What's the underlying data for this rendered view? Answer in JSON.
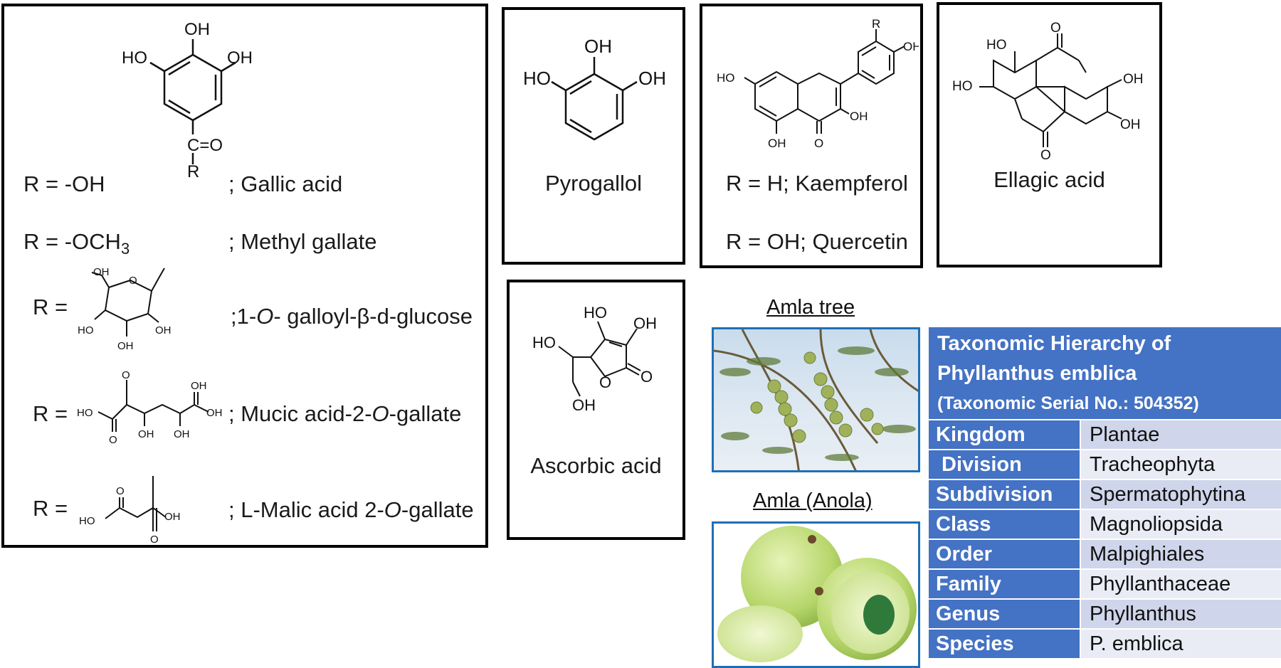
{
  "gallates": {
    "atom_labels": {
      "oh_top": "OH",
      "ho_left": "HO",
      "oh_right": "OH",
      "carbonyl": "C=O",
      "r": "R"
    },
    "rows": [
      {
        "r_label": "R = -OH",
        "name": "; Gallic acid"
      },
      {
        "r_label": "R = -OCH",
        "r_sub": "3",
        "name": "; Methyl gallate"
      },
      {
        "r_label": "R =",
        "name_pre": ";1-",
        "name_italic": "O",
        "name_post": "- galloyl-β-d-glucose"
      },
      {
        "r_label": "R =",
        "name_pre": "; Mucic acid-2-",
        "name_italic": "O",
        "name_post": "-gallate"
      },
      {
        "r_label": "R =",
        "name_pre": "; L-Malic acid 2-",
        "name_italic": "O",
        "name_post": "-gallate"
      }
    ],
    "glucose_labels": {
      "oh": "OH",
      "ho1": "HO",
      "oh2": "OH",
      "oh3": "OH"
    },
    "mucic_labels": {
      "ho": "HO",
      "o1": "O",
      "oh1": "OH",
      "oh2": "OH",
      "o2": "O",
      "oh3": "OH",
      "oh4": "OH"
    },
    "malic_labels": {
      "o1": "O",
      "ho": "HO",
      "oh": "OH",
      "o2": "O"
    }
  },
  "pyrogallol": {
    "oh_top": "OH",
    "ho_left": "HO",
    "oh_right": "OH",
    "name": "Pyrogallol"
  },
  "flavonoid": {
    "labels": {
      "r": "R",
      "oh_right": "OH",
      "ho_left": "HO",
      "oh_bottom_left": "OH",
      "o": "O",
      "oh_ring": "OH"
    },
    "names": [
      "R = H; Kaempferol",
      "R = OH; Quercetin"
    ]
  },
  "ellagic": {
    "labels": {
      "ho_top": "HO",
      "o_top": "O",
      "ho_left": "HO",
      "oh_right": "OH",
      "o_bottom": "O",
      "oh_bottom": "OH"
    },
    "name": "Ellagic acid"
  },
  "ascorbic": {
    "labels": {
      "ho_top": "HO",
      "oh_top": "OH",
      "ho_left": "HO",
      "o_ring": "O",
      "o_ket": "O",
      "oh_bottom": "OH"
    },
    "name": "Ascorbic acid"
  },
  "photos": {
    "tree_title": "Amla tree",
    "fruit_title": "Amla (Anola)"
  },
  "taxonomy": {
    "title_line1": "Taxonomic Hierarchy of",
    "title_line2": "Phyllanthus emblica",
    "title_line3": "(Taxonomic Serial No.: 504352)",
    "rows": [
      {
        "rank": "Kingdom",
        "value": "Plantae"
      },
      {
        "rank": " Division",
        "value": "Tracheophyta"
      },
      {
        "rank": "Subdivision",
        "value": "Spermatophytina"
      },
      {
        "rank": "Class",
        "value": "Magnoliopsida"
      },
      {
        "rank": "Order",
        "value": "Malpighiales"
      },
      {
        "rank": "Family",
        "value": "Phyllanthaceae"
      },
      {
        "rank": "Genus",
        "value": "Phyllanthus"
      },
      {
        "rank": "Species",
        "value": "P. emblica"
      }
    ]
  }
}
